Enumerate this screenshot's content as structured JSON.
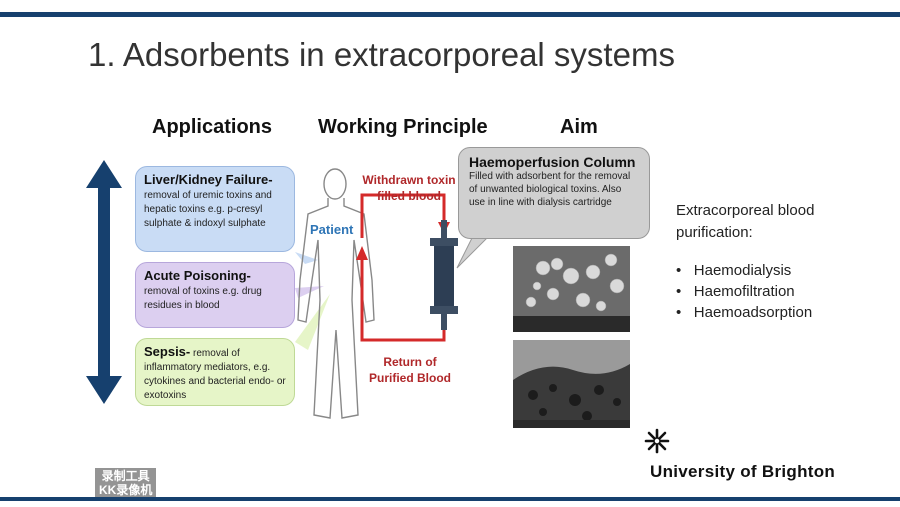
{
  "slide": {
    "title": "1. Adsorbents in extracorporeal systems",
    "columns": {
      "applications": "Applications",
      "working_principle": "Working Principle",
      "aim": "Aim"
    }
  },
  "applications": [
    {
      "heading": "Liver/Kidney Failure-",
      "text": "removal of uremic toxins and hepatic toxins e.g. p-cresyl sulphate & indoxyl sulphate"
    },
    {
      "heading": "Acute Poisoning-",
      "text": "removal of toxins e.g. drug residues in blood"
    },
    {
      "heading": "Sepsis-",
      "text": "removal of inflammatory mediators, e.g. cytokines and bacterial endo- or exotoxins"
    }
  ],
  "diagram": {
    "patient_label": "Patient",
    "withdrawn_label": "Withdrawn toxin filled blood",
    "return_label": "Return of Purified Blood",
    "column_title": "Haemoperfusion Column",
    "column_text": "Filled with adsorbent for the removal of unwanted biological toxins. Also use in line with dialysis cartridge"
  },
  "aim": {
    "intro": "Extracorporeal blood purification:",
    "items": [
      "Haemodialysis",
      "Haemofiltration",
      "Haemoadsorption"
    ]
  },
  "footer": {
    "university": "University of Brighton",
    "watermark_line1": "录制工具",
    "watermark_line2": "KK录像机"
  },
  "colors": {
    "bar": "#16406e",
    "arrow_blue": "#16406e",
    "flow_red": "#d42a2a"
  }
}
